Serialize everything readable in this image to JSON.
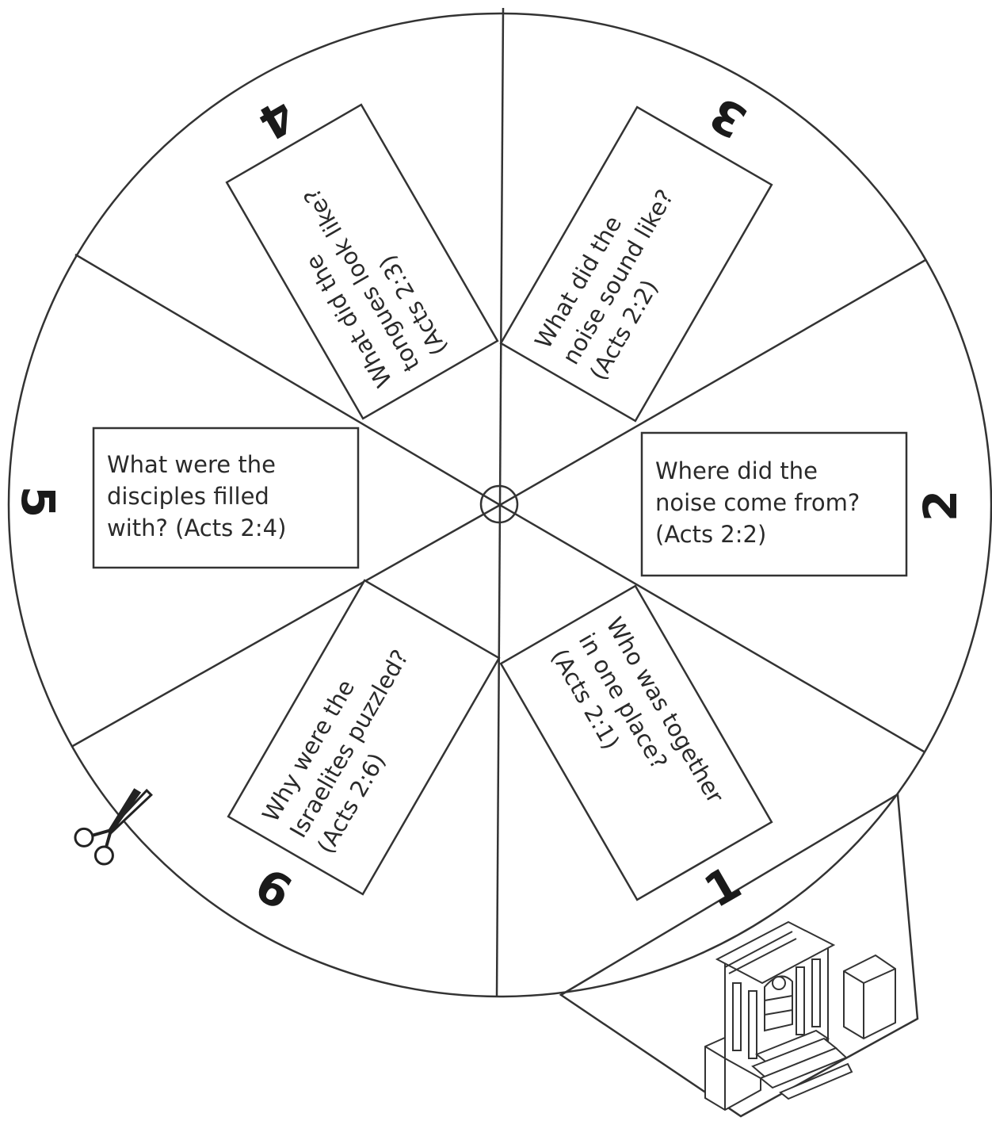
{
  "segments": [
    {
      "number": "1",
      "lines": [
        "Who was together",
        "in one place?",
        "(Acts 2:1)"
      ]
    },
    {
      "number": "2",
      "lines": [
        "Where did the",
        "noise come from?",
        "(Acts 2:2)"
      ]
    },
    {
      "number": "3",
      "lines": [
        "What did the",
        "noise sound like?",
        "(Acts 2:2)"
      ]
    },
    {
      "number": "4",
      "lines": [
        "What did the",
        "tongues look like?",
        "(Acts 2:3)"
      ]
    },
    {
      "number": "5",
      "lines": [
        "What were the",
        "disciples filled",
        "with? (Acts 2:4)"
      ]
    },
    {
      "number": "6",
      "lines": [
        "Why were the",
        "Israelites puzzled?",
        "(Acts 2:6)"
      ]
    }
  ]
}
